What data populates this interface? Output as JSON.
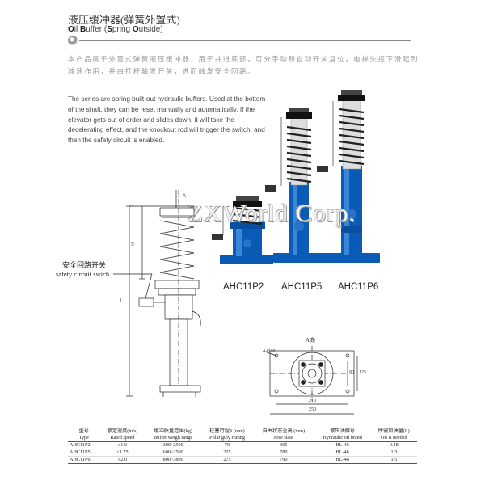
{
  "header": {
    "title_cn": "液压缓冲器(弹簧外置式)",
    "title_en": {
      "w1_cap": "O",
      "w1_rest": "il ",
      "w2_cap": "B",
      "w2_rest": "uffer (",
      "w3_cap": "S",
      "w3_rest": "pring ",
      "w4_cap": "O",
      "w4_rest": "utside)"
    }
  },
  "description": {
    "cn": "本产品属于外置式弹簧液压缓冲器，用于井道底部，可分手动和自动开关复位，电梯失控下滑起到减速作用，并由打杆触发开关，进而触发安全回路。",
    "en": "The series are spring built-out hydraulic buffers. Used at the bottom of the shaft, they can be reset manually and automatically. If the elevator gets out of order and slides down, it will take the decelerating effect, and the knockout rod will trigger the switch, and then the safety circuit is enabled."
  },
  "watermark": "ZXWorld Corp.",
  "models": [
    "AHC11P2",
    "AHC11P5",
    "AHC11P6"
  ],
  "drawing": {
    "label_cn": "安全回路开关",
    "label_en": "safety circuit swich",
    "dim_a": "A",
    "dim_s": "S",
    "dim_l": "L",
    "view_label": "A向",
    "holes": "4-Ø18",
    "dim_80": "80",
    "dim_125": "125",
    "dim_210": "210",
    "dim_250": "250"
  },
  "table": {
    "headers_cn": [
      "型号",
      "额定速度(m/s)",
      "缓冲质量范围(kg)",
      "柱塞行程S (mm)",
      "自由状态全高 (mm)",
      "液压油牌号",
      "所需加油量(L)"
    ],
    "headers_en": [
      "Type",
      "Rated speed",
      "Buffer weigh range",
      "Pillar guly riuting",
      "Free state",
      "Hydraulic oil brand",
      "Oil is needed"
    ],
    "rows": [
      [
        "AHC11P2",
        "≤1.0",
        "300~2500",
        "70",
        "305",
        "HL-46",
        "0.48"
      ],
      [
        "AHC11P5",
        "≤1.75",
        "600~2500",
        "225",
        "780",
        "HL-46",
        "1.3"
      ],
      [
        "AHC11P6",
        "≤2.0",
        "800~3800",
        "275",
        "790",
        "HL-46",
        "1.5"
      ]
    ]
  },
  "colors": {
    "product_blue": "#0a5bb5",
    "spring": "#222222"
  }
}
